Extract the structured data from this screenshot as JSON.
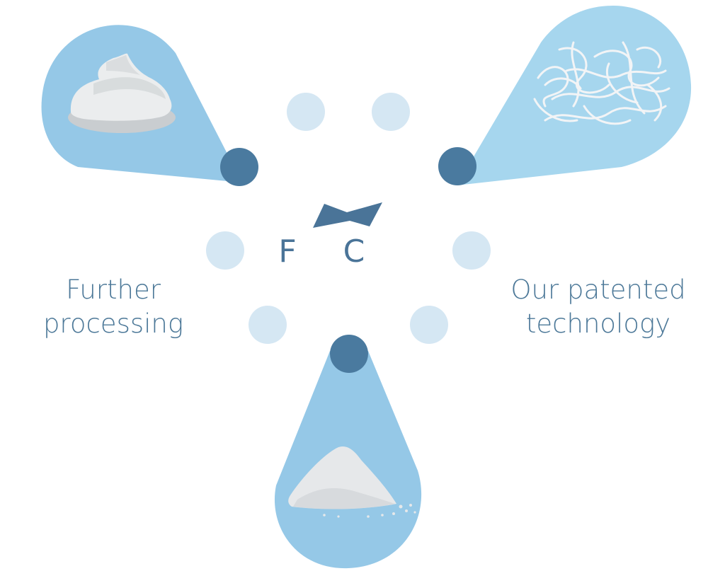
{
  "colors": {
    "petal_dark": "#95c8e7",
    "petal_light": "#a6d6ee",
    "hub": "#4a7a9f",
    "dot": "#d5e7f3",
    "text": "#4c7898",
    "logo": "#4a7498",
    "cream": "#ebedee",
    "powder": "#e6e8ea",
    "fiber": "#f2f4f6"
  },
  "logo": {
    "letters": [
      "F",
      "C"
    ]
  },
  "labels": {
    "left": [
      "Further",
      "processing"
    ],
    "right": [
      "Our patented",
      "technology"
    ]
  },
  "icons": {
    "top_left": "whipped-cream-icon",
    "top_right": "fibers-icon",
    "bottom": "powder-pile-icon"
  }
}
